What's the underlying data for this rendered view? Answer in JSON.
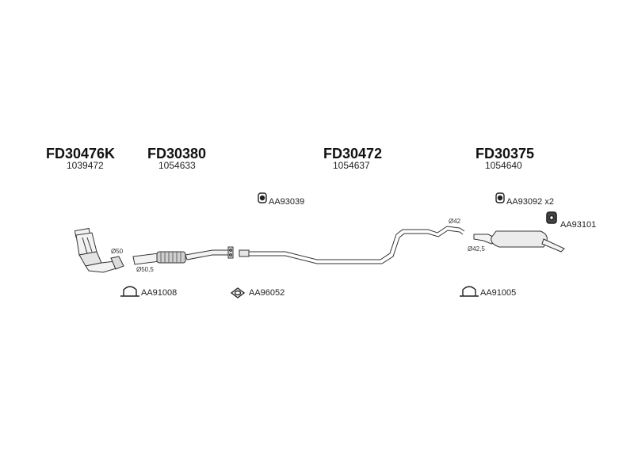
{
  "parts": [
    {
      "id": "cat",
      "code": "FD30476K",
      "oe": "1039472"
    },
    {
      "id": "front",
      "code": "FD30380",
      "oe": "1054633"
    },
    {
      "id": "middle",
      "code": "FD30472",
      "oe": "1054637"
    },
    {
      "id": "rear",
      "code": "FD30375",
      "oe": "1054640"
    }
  ],
  "accessories": {
    "aa93039": "AA93039",
    "aa93092": "AA93092 x2",
    "aa93101": "AA93101",
    "aa91008": "AA91008",
    "aa96052": "AA96052",
    "aa91005": "AA91005"
  },
  "dimensions": {
    "d50": "Ø50",
    "d50_5": "Ø50,5",
    "d42": "Ø42",
    "d42_5": "Ø42,5"
  }
}
